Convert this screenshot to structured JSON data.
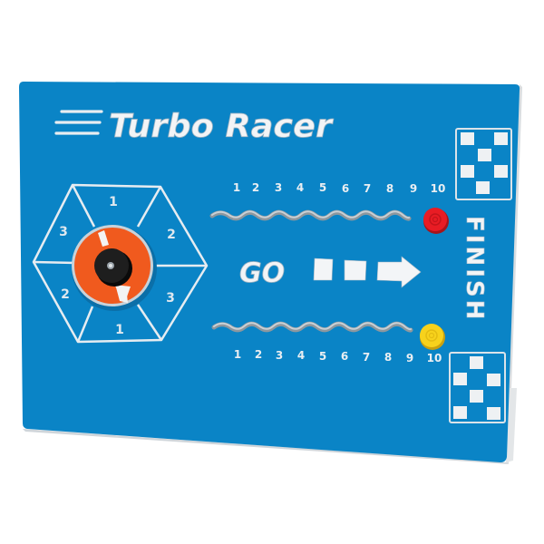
{
  "panel": {
    "title": "Turbo Racer",
    "color": "#0a84c6",
    "edge_color": "#d9dde0"
  },
  "spinner": {
    "segments": [
      {
        "position": "top",
        "label": "1"
      },
      {
        "position": "upper-right",
        "label": "2"
      },
      {
        "position": "lower-right",
        "label": "3"
      },
      {
        "position": "bottom",
        "label": "1"
      },
      {
        "position": "lower-left",
        "label": "2"
      },
      {
        "position": "upper-left",
        "label": "3"
      }
    ],
    "disc_color": "#f05a1e",
    "hub_color": "#1b1b1b"
  },
  "track_top": {
    "numbers": [
      "1",
      "2",
      "3",
      "4",
      "5",
      "6",
      "7",
      "8",
      "9",
      "10"
    ],
    "knob_color": "#e81c24"
  },
  "track_bottom": {
    "numbers": [
      "1",
      "2",
      "3",
      "4",
      "5",
      "6",
      "7",
      "8",
      "9",
      "10"
    ],
    "knob_color": "#f7d21c"
  },
  "go_sign": {
    "label": "GO"
  },
  "finish": {
    "label": "FINISH"
  }
}
